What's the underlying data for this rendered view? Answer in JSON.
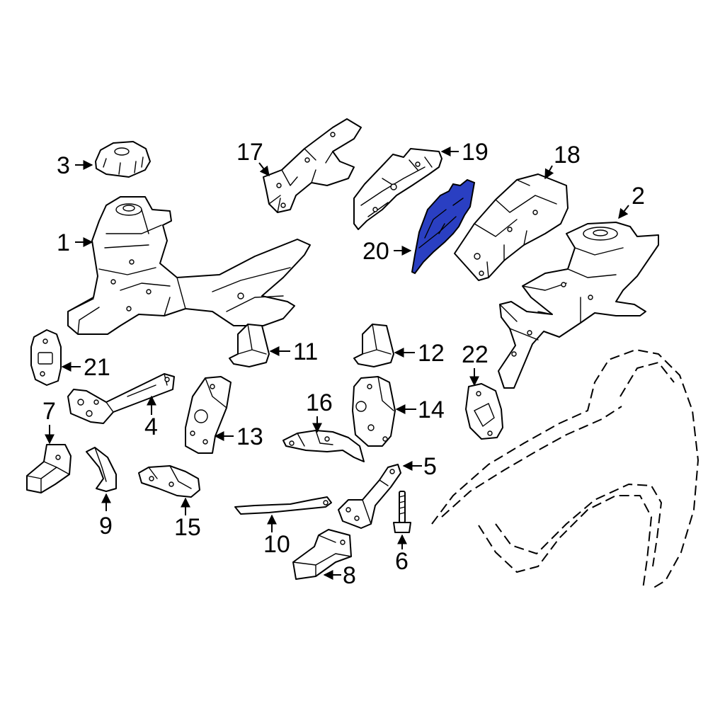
{
  "highlight_color": "#2a3fc2",
  "callouts": [
    {
      "id": "1",
      "label": "1"
    },
    {
      "id": "2",
      "label": "2"
    },
    {
      "id": "3",
      "label": "3"
    },
    {
      "id": "4",
      "label": "4"
    },
    {
      "id": "5",
      "label": "5"
    },
    {
      "id": "6",
      "label": "6"
    },
    {
      "id": "7",
      "label": "7"
    },
    {
      "id": "8",
      "label": "8"
    },
    {
      "id": "9",
      "label": "9"
    },
    {
      "id": "10",
      "label": "10"
    },
    {
      "id": "11",
      "label": "11"
    },
    {
      "id": "12",
      "label": "12"
    },
    {
      "id": "13",
      "label": "13"
    },
    {
      "id": "14",
      "label": "14"
    },
    {
      "id": "15",
      "label": "15"
    },
    {
      "id": "16",
      "label": "16"
    },
    {
      "id": "17",
      "label": "17"
    },
    {
      "id": "18",
      "label": "18"
    },
    {
      "id": "19",
      "label": "19"
    },
    {
      "id": "20",
      "label": "20",
      "highlighted": true
    },
    {
      "id": "21",
      "label": "21"
    },
    {
      "id": "22",
      "label": "22"
    }
  ]
}
